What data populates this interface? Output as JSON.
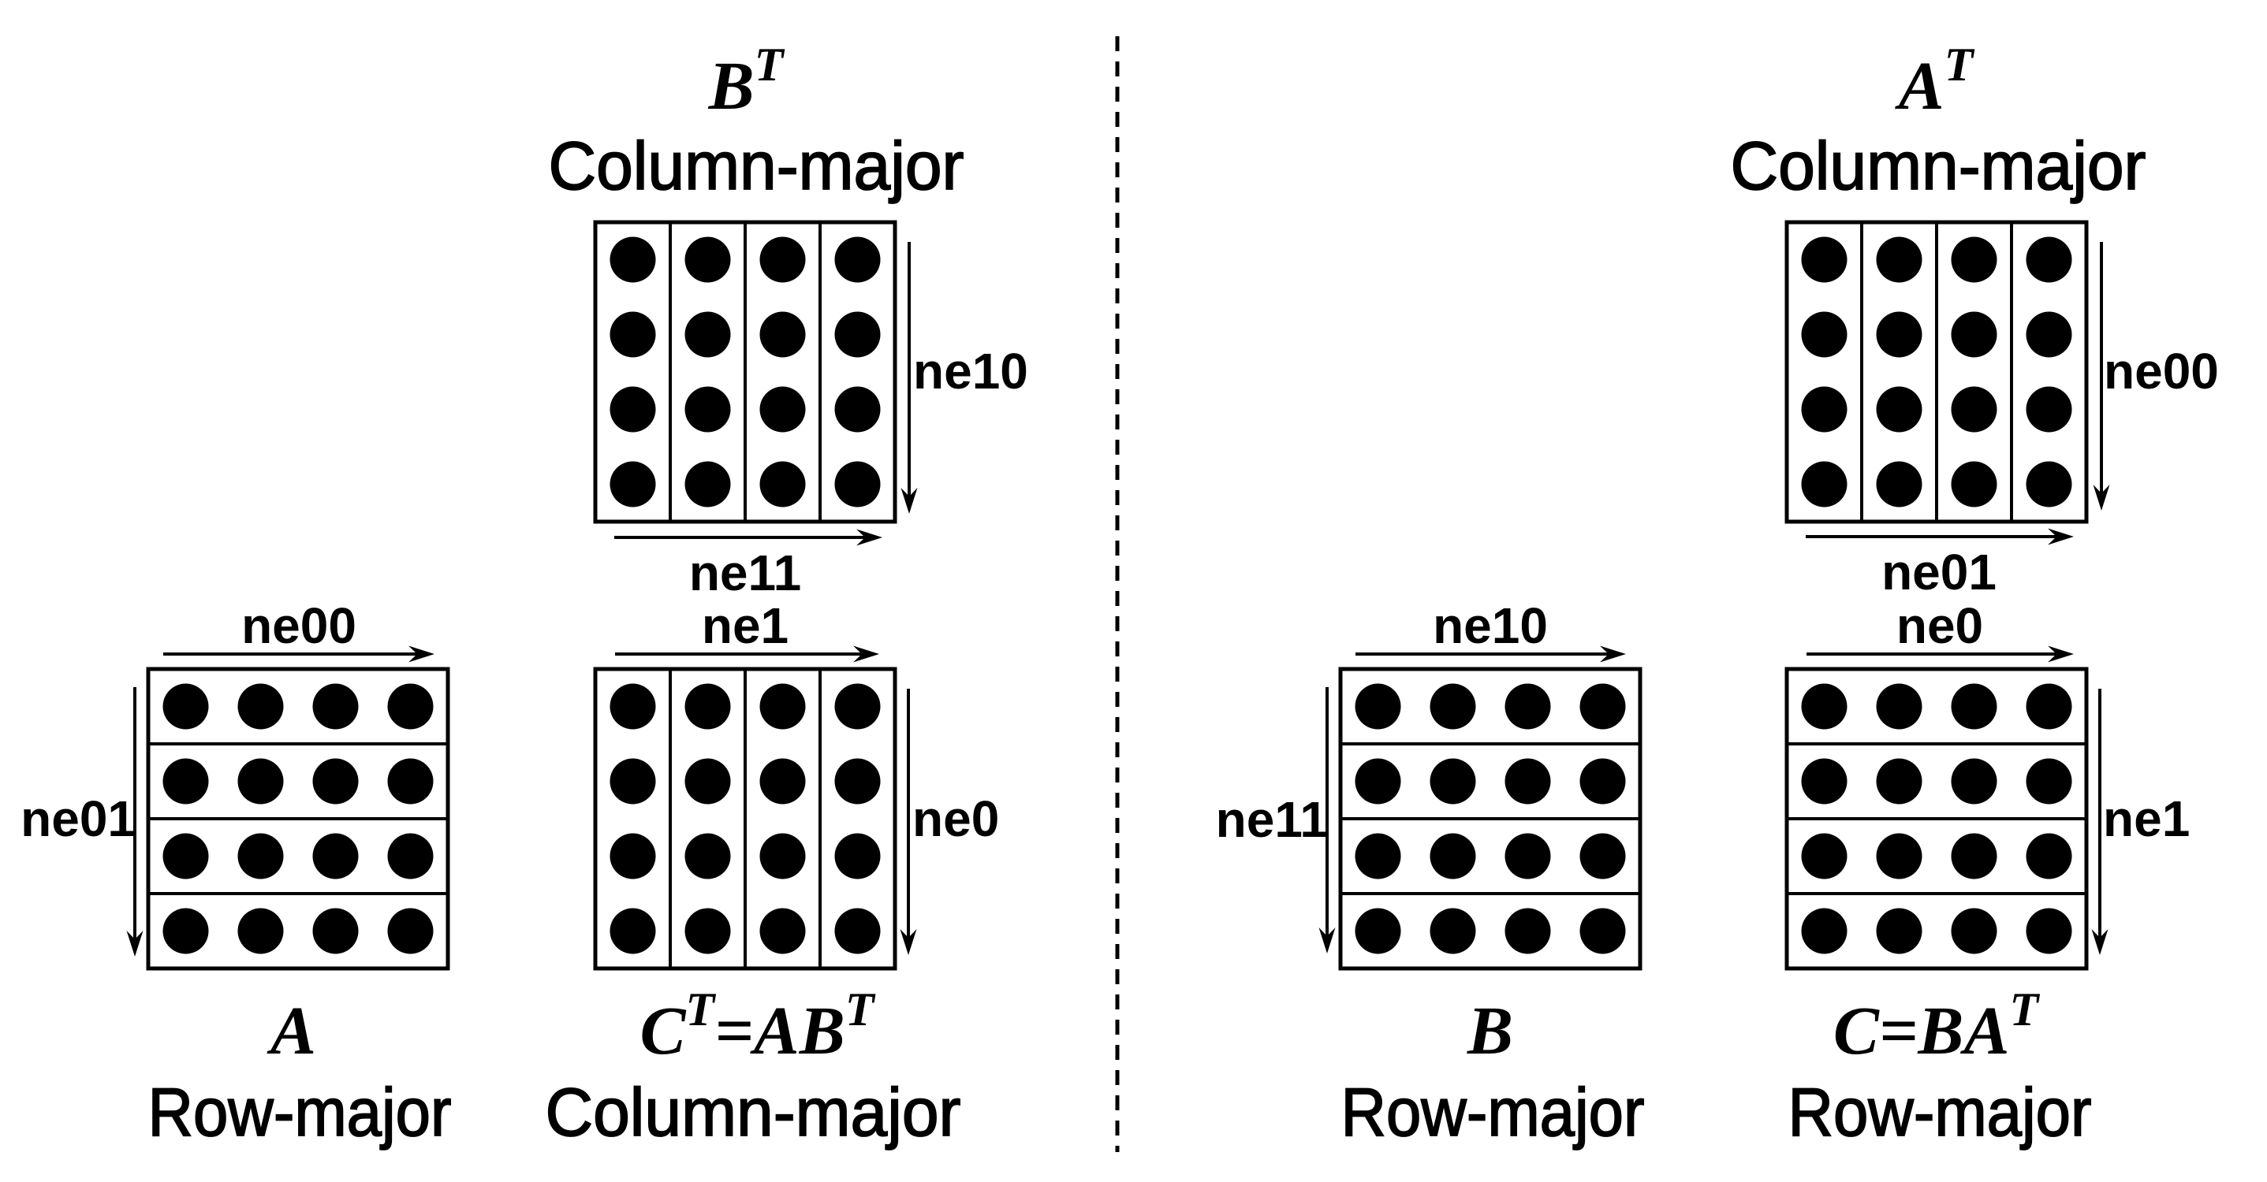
{
  "figure": {
    "background_color": "#ffffff",
    "ink_color": "#000000",
    "grid_shape": {
      "rows": 4,
      "cols": 4,
      "dots_per_matrix": 16
    },
    "panels": {
      "bt": {
        "title": {
          "base": "B",
          "sup": "T"
        },
        "storage": "Column-major",
        "cell_orientation": "columns",
        "arrows": {
          "right": {
            "label": "ne10",
            "direction": "down"
          },
          "bottom": {
            "label": "ne11",
            "direction": "right"
          }
        }
      },
      "at": {
        "title": {
          "base": "A",
          "sup": "T"
        },
        "storage": "Column-major",
        "cell_orientation": "columns",
        "arrows": {
          "right": {
            "label": "ne00",
            "direction": "down"
          },
          "bottom": {
            "label": "ne01",
            "direction": "right"
          }
        }
      },
      "a": {
        "equation": {
          "segments": [
            {
              "text": "A",
              "sup": false
            }
          ]
        },
        "storage": "Row-major",
        "cell_orientation": "rows",
        "arrows": {
          "top": {
            "label": "ne00",
            "direction": "right"
          },
          "left": {
            "label": "ne01",
            "direction": "down"
          }
        }
      },
      "ct": {
        "equation": {
          "segments": [
            {
              "text": "C",
              "sup": false
            },
            {
              "text": "T",
              "sup": true
            },
            {
              "text": "=AB",
              "sup": false
            },
            {
              "text": "T",
              "sup": true
            }
          ]
        },
        "storage": "Column-major",
        "cell_orientation": "columns",
        "arrows": {
          "top": {
            "label": "ne1",
            "direction": "right"
          },
          "right": {
            "label": "ne0",
            "direction": "down"
          }
        }
      },
      "b": {
        "equation": {
          "segments": [
            {
              "text": "B",
              "sup": false
            }
          ]
        },
        "storage": "Row-major",
        "cell_orientation": "rows",
        "arrows": {
          "top": {
            "label": "ne10",
            "direction": "right"
          },
          "left": {
            "label": "ne11",
            "direction": "down"
          }
        }
      },
      "c": {
        "equation": {
          "segments": [
            {
              "text": "C",
              "sup": false
            },
            {
              "text": "=BA",
              "sup": false
            },
            {
              "text": "T",
              "sup": true
            }
          ]
        },
        "storage": "Row-major",
        "cell_orientation": "rows",
        "arrows": {
          "top": {
            "label": "ne0",
            "direction": "right"
          },
          "right": {
            "label": "ne1",
            "direction": "down"
          }
        }
      }
    }
  }
}
